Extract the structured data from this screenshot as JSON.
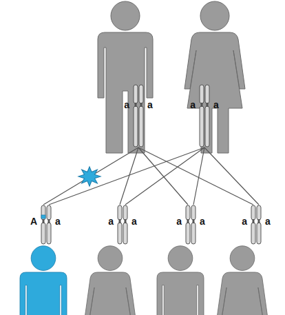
{
  "diagram": {
    "nodes": [
      {
        "text": [
          "a",
          "a"
        ]
      },
      {
        "text": [
          "a",
          "a"
        ]
      },
      {
        "text": [
          "A",
          "a"
        ]
      },
      {
        "text": [
          "a",
          "a"
        ]
      },
      {
        "text": [
          "a",
          "a"
        ]
      },
      {
        "text": [
          "a",
          "a"
        ]
      }
    ],
    "edges": [
      {
        "from": 0,
        "to": 2,
        "arrow": "none"
      },
      {
        "from": 0,
        "to": 3,
        "arrow": "none"
      },
      {
        "from": 0,
        "to": 4,
        "arrow": "none"
      },
      {
        "from": 0,
        "to": 5,
        "arrow": "none"
      },
      {
        "from": 1,
        "to": 2,
        "arrow": "none"
      },
      {
        "from": 1,
        "to": 3,
        "arrow": "none"
      },
      {
        "from": 1,
        "to": 4,
        "arrow": "none"
      },
      {
        "from": 1,
        "to": 5,
        "arrow": "none"
      }
    ]
  }
}
